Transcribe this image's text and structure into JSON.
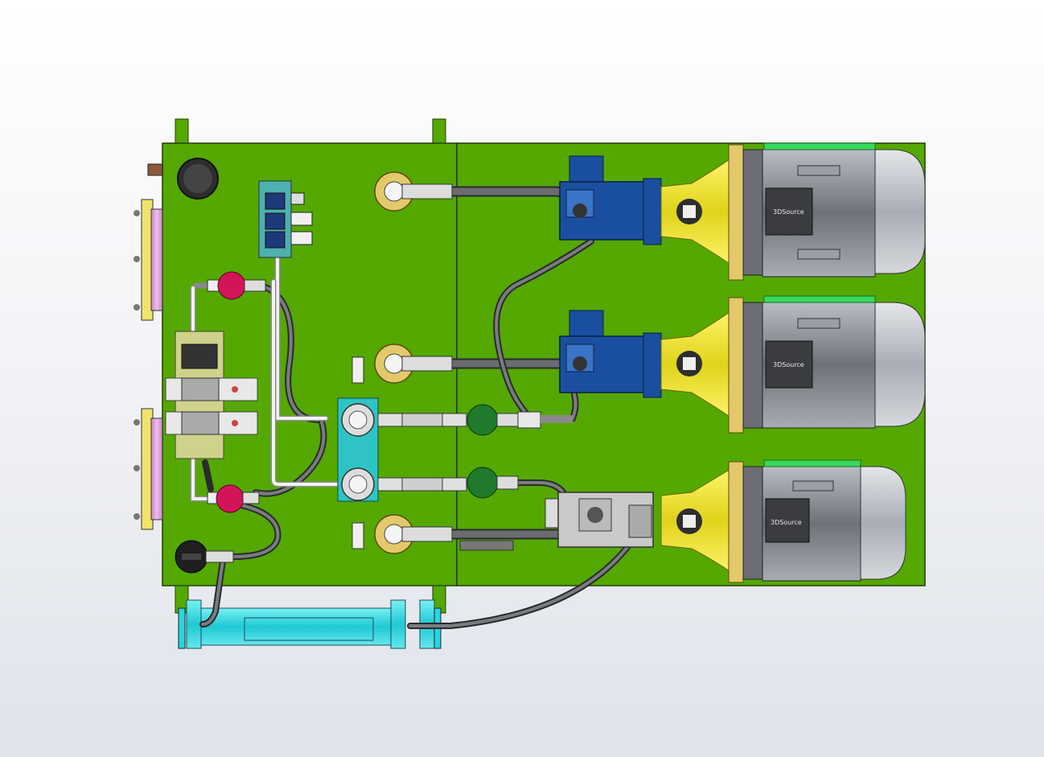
{
  "viewport": {
    "model": "hydraulic-power-unit",
    "colors": {
      "tank": "#55a800",
      "tank_dark": "#3b7a00",
      "pump": "#1a4fa0",
      "coupling": "#f2ea2a",
      "motor": "#7b8088",
      "motor_band": "#38d95a",
      "cooler": "#27d6e0",
      "hose": "#5a5c60",
      "pipe": "#e6e6e6",
      "flange": "#e3c96a",
      "side_panel": "#e2a6e0",
      "valve_red": "#d4145a",
      "valve_green": "#1f7a2c",
      "manifold": "#2ec4c4",
      "block": "#cfd28a"
    }
  },
  "motors": [
    {
      "label": "3DSource"
    },
    {
      "label": "3DSource"
    },
    {
      "label": "3DSource"
    }
  ]
}
